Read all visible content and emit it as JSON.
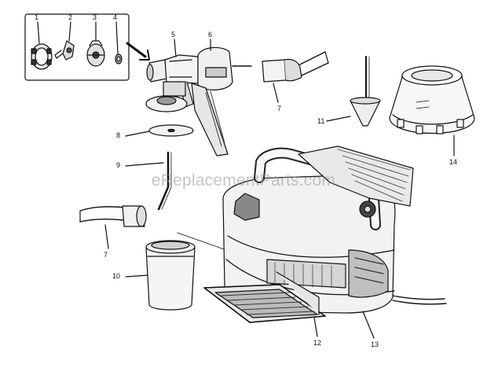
{
  "watermark": "eReplacementParts.com",
  "callouts": {
    "c1": "1",
    "c2": "2",
    "c3": "3",
    "c4": "4",
    "c5": "5",
    "c6": "6",
    "c7a": "7",
    "c7b": "7",
    "c8": "8",
    "c9": "9",
    "c10": "10",
    "c11": "11",
    "c12": "12",
    "c13": "13",
    "c14": "14"
  },
  "colors": {
    "line": "#111111",
    "shade": "#555555",
    "light": "#cfcfcf"
  }
}
